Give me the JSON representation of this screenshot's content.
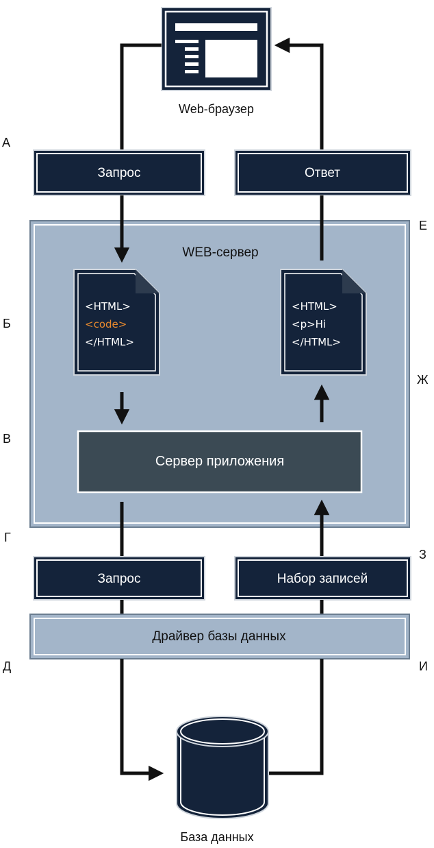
{
  "colors": {
    "navy": "#14233a",
    "panel": "#a3b5c9",
    "panel_border": "#6b7d90",
    "app_box": "#3b4a54",
    "accent": "#e88a2e",
    "line": "#111111"
  },
  "icons": {
    "browser": "browser-window-icon",
    "database": "database-cylinder-icon"
  },
  "browser": {
    "label": "Web-браузер"
  },
  "database": {
    "label": "База данных"
  },
  "server": {
    "label": "WEB-сервер"
  },
  "boxes": {
    "request_top": "Запрос",
    "response_top": "Ответ",
    "app_server": "Сервер приложения",
    "request_bottom": "Запрос",
    "recordset": "Набор записей",
    "driver": "Драйвер базы данных"
  },
  "doc_left": {
    "line1": "<HTML>",
    "line2": "<code>",
    "line3": "</HTML>"
  },
  "doc_right": {
    "line1": "<HTML>",
    "line2": "<p>Hi",
    "line3": "</HTML>"
  },
  "step_labels": {
    "a": "А",
    "b": "Б",
    "v": "В",
    "g": "Г",
    "d": "Д",
    "e": "Е",
    "zh": "Ж",
    "z": "З",
    "i": "И"
  }
}
